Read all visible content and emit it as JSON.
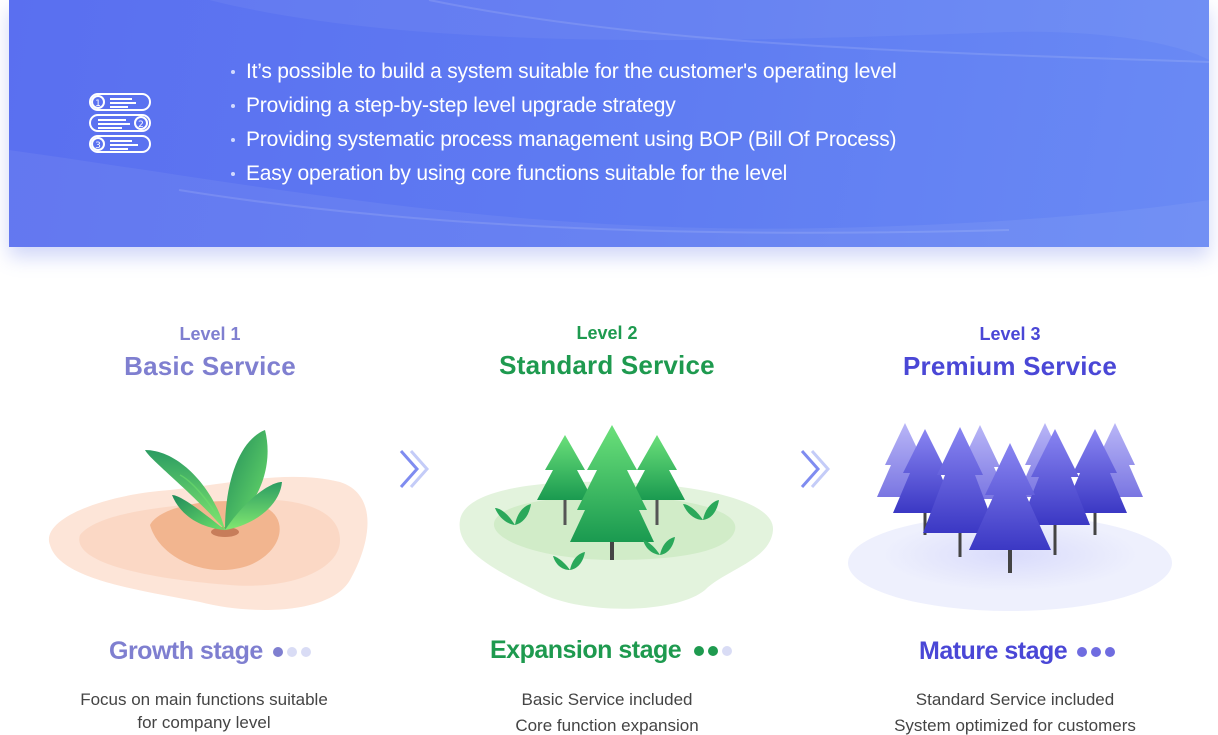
{
  "banner": {
    "icon": "numbered-list-icon",
    "bullets": [
      "It’s possible to build a system suitable for the customer's operating level",
      "Providing a step-by-step level upgrade strategy",
      "Providing systematic process management using BOP (Bill Of Process)",
      "Easy operation by using core functions suitable for the level"
    ]
  },
  "levels": [
    {
      "level_label": "Level 1",
      "service": "Basic Service",
      "stage": "Growth stage",
      "stage_dots_filled": 1,
      "description": [
        "Focus on main functions suitable",
        "for company level"
      ],
      "color": "#7f7fd0",
      "icon": "sprout-icon"
    },
    {
      "level_label": "Level 2",
      "service": "Standard Service",
      "stage": "Expansion stage",
      "stage_dots_filled": 2,
      "description": [
        "Basic Service included",
        "Core function expansion"
      ],
      "color": "#1e9a4f",
      "icon": "green-trees-icon"
    },
    {
      "level_label": "Level 3",
      "service": "Premium Service",
      "stage": "Mature stage",
      "stage_dots_filled": 3,
      "description": [
        "Standard Service included",
        "System optimized for customers"
      ],
      "color": "#4a47d6",
      "icon": "purple-forest-icon"
    }
  ],
  "colors": {
    "banner_blue": "#5f7cf2",
    "dot_inactive": "#d9dcf5"
  }
}
